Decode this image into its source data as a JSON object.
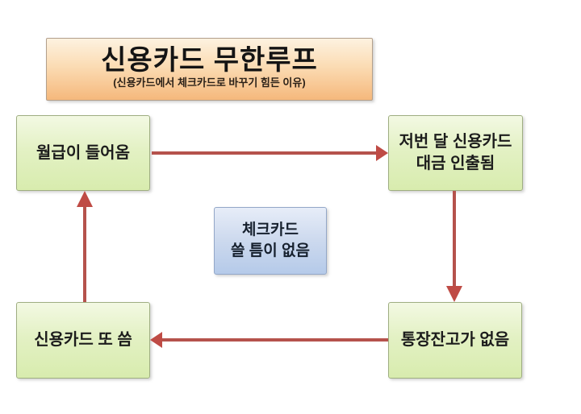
{
  "header": {
    "title": "신용카드 무한루프",
    "subtitle": "(신용카드에서 체크카드로 바꾸기 힘든 이유)"
  },
  "nodes": {
    "salary_in": {
      "line1": "월급이 들어옴"
    },
    "card_withdrawn": {
      "line1": "저번 달 신용카드",
      "line2": "대금 인출됨"
    },
    "check_card_gap": {
      "line1": "체크카드",
      "line2": "쓸 틈이 없음"
    },
    "card_used_again": {
      "line1": "신용카드 또 씀"
    },
    "no_balance": {
      "line1": "통장잔고가 없음"
    }
  },
  "edges": [
    {
      "from": "salary_in",
      "to": "card_withdrawn",
      "direction": "right"
    },
    {
      "from": "card_withdrawn",
      "to": "no_balance",
      "direction": "down"
    },
    {
      "from": "no_balance",
      "to": "card_used_again",
      "direction": "left"
    },
    {
      "from": "card_used_again",
      "to": "salary_in",
      "direction": "up"
    }
  ],
  "colors": {
    "arrow": "#b5524c",
    "arrow_head": "#bf4b45",
    "banner_top": "#fdf2e0",
    "banner_bottom": "#f5b87c",
    "node_green_top": "#f3f9e3",
    "node_green_bottom": "#d8ecae",
    "node_blue_top": "#e7edf8",
    "node_blue_bottom": "#b5cae9",
    "background": "#ffffff"
  }
}
